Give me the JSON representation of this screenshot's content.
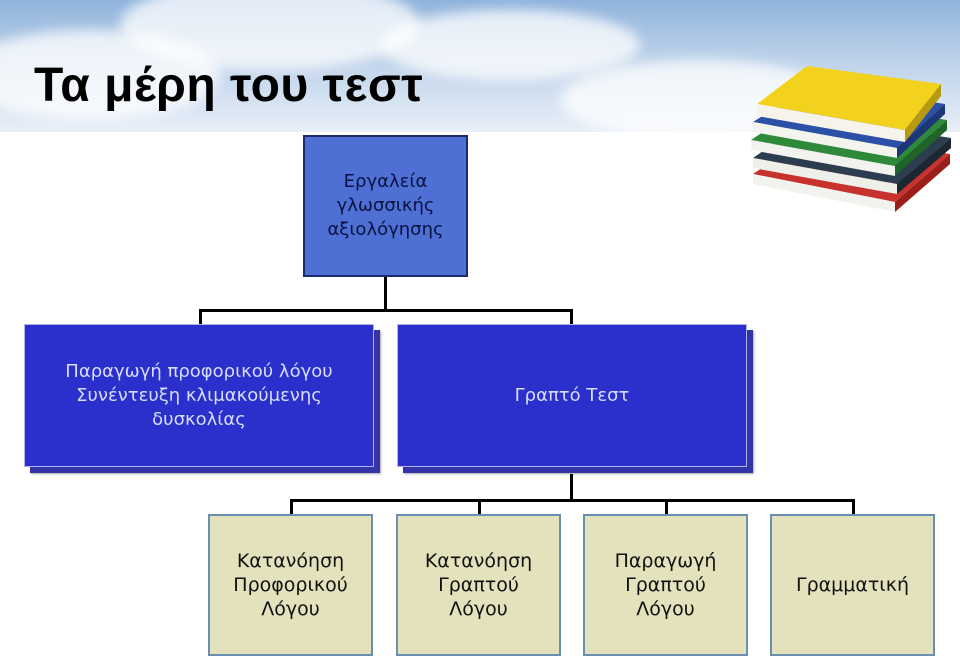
{
  "slide": {
    "title": "Τα μέρη του τεστ"
  },
  "diagram": {
    "root": {
      "label": "Εργαλεία\nγλωσσικής\nαξιολόγησης"
    },
    "level2": [
      {
        "label": "Παραγωγή προφορικού λόγου\nΣυνέντευξη κλιμακούμενης\nδυσκολίας"
      },
      {
        "label": "Γραπτό Τεστ"
      }
    ],
    "level3": [
      {
        "label": "Κατανόηση\nΠροφορικού\nΛόγου"
      },
      {
        "label": "Κατανόηση\nΓραπτού\nΛόγου"
      },
      {
        "label": "Παραγωγή\nΓραπτού\nΛόγου"
      },
      {
        "label": "Γραμματική"
      }
    ]
  },
  "colors": {
    "root_fill": "#4e6fd3",
    "level2_fill": "#2b2fcb",
    "level3_fill": "#e3e2bd"
  }
}
